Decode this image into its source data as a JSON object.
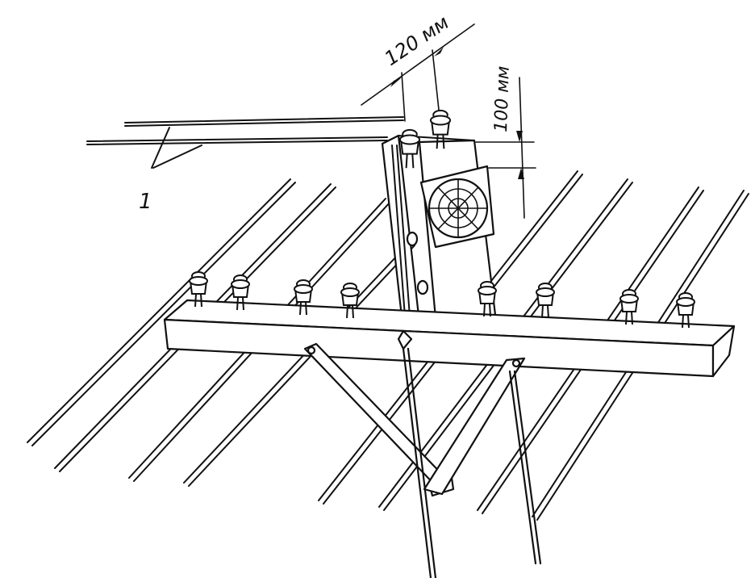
{
  "labels": {
    "dim_horizontal": "120 мм",
    "dim_vertical": "100 мм",
    "callout": "1"
  },
  "colors": {
    "ink": "#111111",
    "background": "#ffffff"
  }
}
